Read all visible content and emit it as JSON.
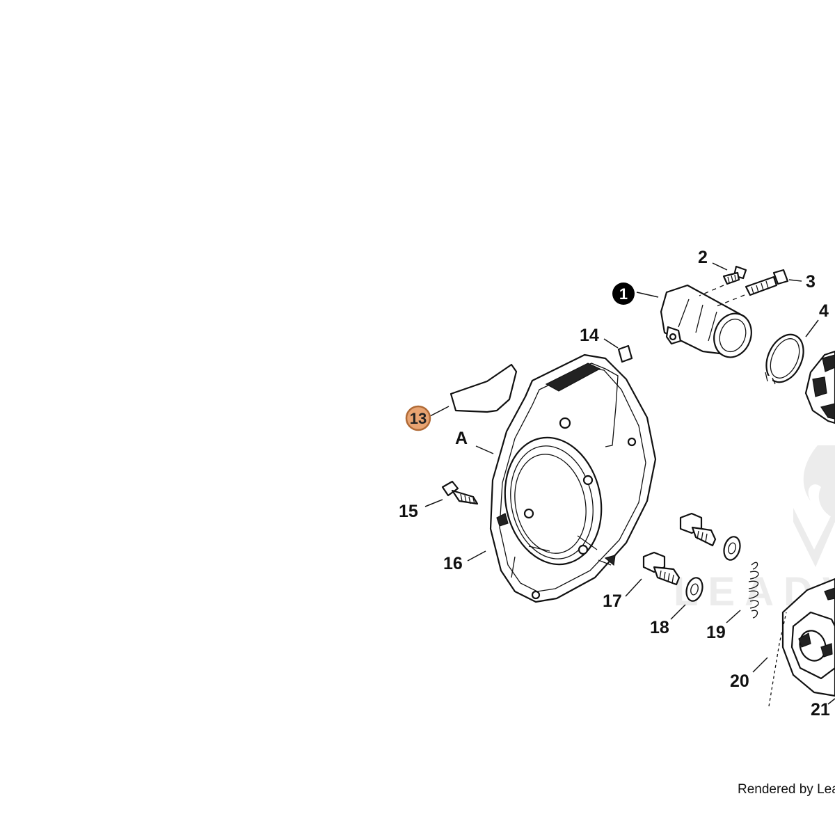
{
  "diagram": {
    "callouts": {
      "c1": "1",
      "c2": "2",
      "c3": "3",
      "c4": "4",
      "c13": "13",
      "c14": "14",
      "c15": "15",
      "c16": "16",
      "c17": "17",
      "c18": "18",
      "c19": "19",
      "c20": "20",
      "c21": "21",
      "cA": "A"
    },
    "watermark": "LEADVE",
    "colors": {
      "highlight_badge_fill": "#e8a472",
      "highlight_badge_stroke": "#b06a36",
      "filled_badge": "#000000"
    }
  },
  "footer": {
    "credit": "Rendered by Lead"
  }
}
